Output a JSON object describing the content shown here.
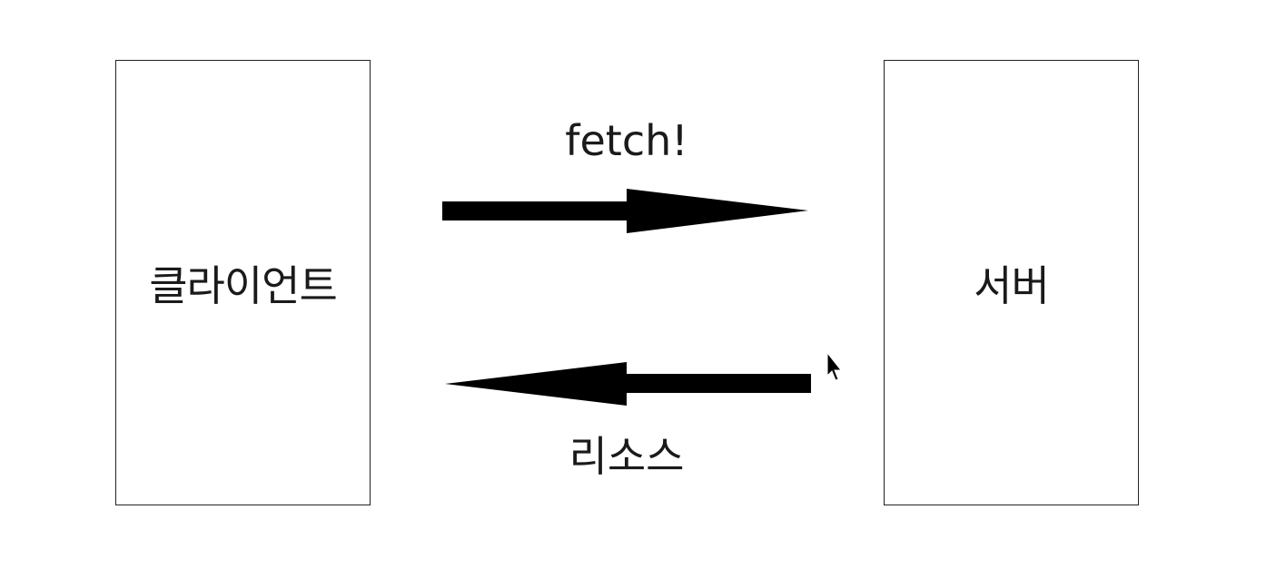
{
  "diagram": {
    "client_label": "클라이언트",
    "server_label": "서버",
    "request_label": "fetch!",
    "response_label": "리소스"
  },
  "colors": {
    "stroke": "#222222",
    "arrow_fill": "#000000",
    "background": "#ffffff"
  },
  "icons": {
    "cursor": "mouse-pointer-icon"
  }
}
